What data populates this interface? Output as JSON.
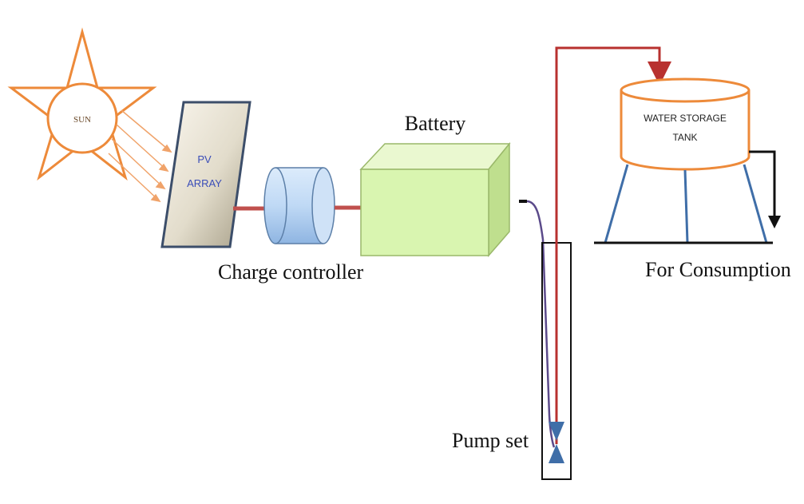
{
  "sun": {
    "label": "SUN"
  },
  "pv_array": {
    "line1": "PV",
    "line2": "ARRAY"
  },
  "charge_controller": {
    "label": "Charge controller"
  },
  "battery": {
    "label": "Battery"
  },
  "tank": {
    "line1": "WATER STORAGE",
    "line2": "TANK"
  },
  "consumption": {
    "label": "For Consumption"
  },
  "pump": {
    "label": "Pump set"
  },
  "colors": {
    "sun": "#ED8A3A",
    "pv_text": "#3A4DB8",
    "cable_red": "#C0504D",
    "pipe_red": "#B8312F",
    "wire_purple": "#5B4A8A",
    "tank_stand": "#3F6EA8",
    "battery_front": "#D9F5B0",
    "controller_fill": "#BFD9F5"
  }
}
